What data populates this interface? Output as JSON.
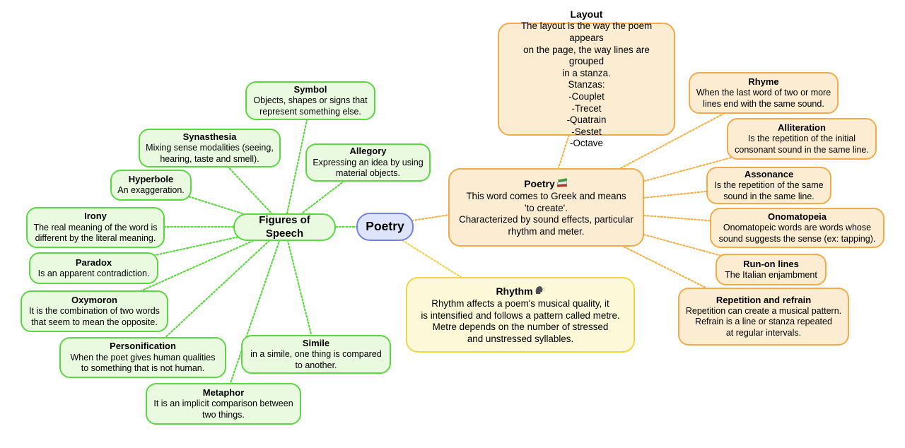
{
  "palette": {
    "green_fill": "#eafae1",
    "green_border": "#5bd742",
    "green_line": "#5cd843",
    "orange_fill": "#fcecd2",
    "orange_border": "#f2ab4a",
    "orange_line": "#f5b24d",
    "yellow_fill": "#fdf9d8",
    "yellow_border": "#efd54b",
    "yellow_line": "#eed34e",
    "blue_fill": "#dee4f9",
    "blue_border": "#7082de",
    "text": "#000000"
  },
  "nodes": {
    "poetry_center": {
      "title": "Poetry"
    },
    "figures_of_speech": {
      "title": "Figures of Speech"
    },
    "symbol": {
      "title": "Symbol",
      "body": [
        "Objects, shapes or signs that",
        "represent something else."
      ]
    },
    "allegory": {
      "title": "Allegory",
      "body": [
        "Expressing an idea by using",
        "material objects."
      ]
    },
    "synasthesia": {
      "title": "Synasthesia",
      "body": [
        "Mixing sense modalities (seeing,",
        "hearing, taste and smell)."
      ]
    },
    "hyperbole": {
      "title": "Hyperbole",
      "body": [
        "An exaggeration."
      ]
    },
    "irony": {
      "title": "Irony",
      "body": [
        "The real meaning of the word is",
        "different by the literal meaning."
      ]
    },
    "paradox": {
      "title": "Paradox",
      "body": [
        "Is an apparent contradiction."
      ]
    },
    "oxymoron": {
      "title": "Oxymoron",
      "body": [
        "It is the combination of two words",
        "that seem to mean the opposite."
      ]
    },
    "personification": {
      "title": "Personification",
      "body": [
        "When the poet gives human qualities",
        "to something that is not human."
      ]
    },
    "metaphor": {
      "title": "Metaphor",
      "body": [
        "It is an implicit comparison between",
        "two things."
      ]
    },
    "simile": {
      "title": "Simile",
      "body": [
        "in a simile, one thing is compared",
        "to another."
      ]
    },
    "poetry_info": {
      "title": "Poetry",
      "icon": "books-icon",
      "body": [
        "This word comes to Greek and means",
        "'to create'.",
        "Characterized by sound effects, particular",
        "rhythm and meter."
      ]
    },
    "layout": {
      "title": "Layout",
      "body": [
        "The layout is the way the poem appears",
        "on the page, the way lines are grouped",
        "in a stanza.",
        "Stanzas:",
        "-Couplet",
        "-Trecet",
        "-Quatrain",
        "-Sestet",
        "-Octave"
      ]
    },
    "rhyme": {
      "title": "Rhyme",
      "body": [
        "When the last word of two or more",
        "lines end with the same sound."
      ]
    },
    "alliteration": {
      "title": "Alliteration",
      "body": [
        "Is the repetition of the initial",
        "consonant sound in the same line."
      ]
    },
    "assonance": {
      "title": "Assonance",
      "body": [
        "Is the repetition of the same",
        "sound in the same line."
      ]
    },
    "onomatopeia": {
      "title": "Onomatopeia",
      "body": [
        "Onomatopeic words are words whose",
        "sound suggests the sense (ex: tapping)."
      ]
    },
    "run_on_lines": {
      "title": "Run-on lines",
      "body": [
        "The Italian enjambment"
      ]
    },
    "repetition": {
      "title": "Repetition and refrain",
      "body": [
        "Repetition can create a musical pattern.",
        "Refrain is a line or stanza repeated",
        "at regular intervals."
      ]
    },
    "rhythm": {
      "title": "Rhythm",
      "icon": "speaking-head-icon",
      "body": [
        "Rhythm affects a poem's musical quality, it",
        "is intensified and follows a pattern called metre.",
        "Metre depends on the number of stressed",
        "and unstressed syllables."
      ]
    }
  }
}
